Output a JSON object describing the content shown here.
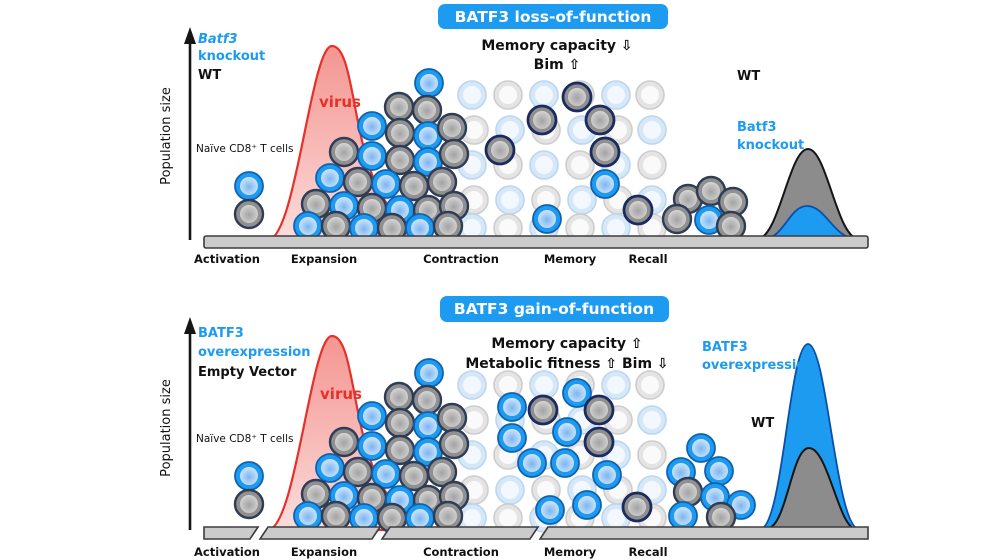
{
  "colors": {
    "accent_blue": "#1D9BF0",
    "virus_red": "#E8302A",
    "wt_gray": "#8C8C8C"
  },
  "shared": {
    "y_axis_label": "Population size",
    "naive_cells_label": "Naïve CD8⁺ T cells",
    "virus_label": "virus",
    "phases": [
      "Activation",
      "Expansion",
      "Contraction",
      "Memory",
      "Recall"
    ]
  },
  "top_panel": {
    "title": "BATF3 loss-of-function",
    "effect_line1": "Memory capacity ⇩",
    "effect_line2": "Bim ⇧",
    "legend_variant_line1": "Batf3",
    "legend_variant_line2": "knockout",
    "legend_control": "WT",
    "recall_wt_label": "WT",
    "recall_variant_line1": "Batf3",
    "recall_variant_line2": "knockout"
  },
  "bottom_panel": {
    "title": "BATF3 gain-of-function",
    "effect_line1": "Memory capacity ⇧",
    "effect_line2": "Metabolic fitness ⇧ Bim ⇩",
    "legend_variant_line1": "BATF3",
    "legend_variant_line2": "overexpression",
    "legend_control": "Empty Vector",
    "recall_wt_label": "WT",
    "recall_variant_line1": "BATF3",
    "recall_variant_line2": "overexpression"
  }
}
